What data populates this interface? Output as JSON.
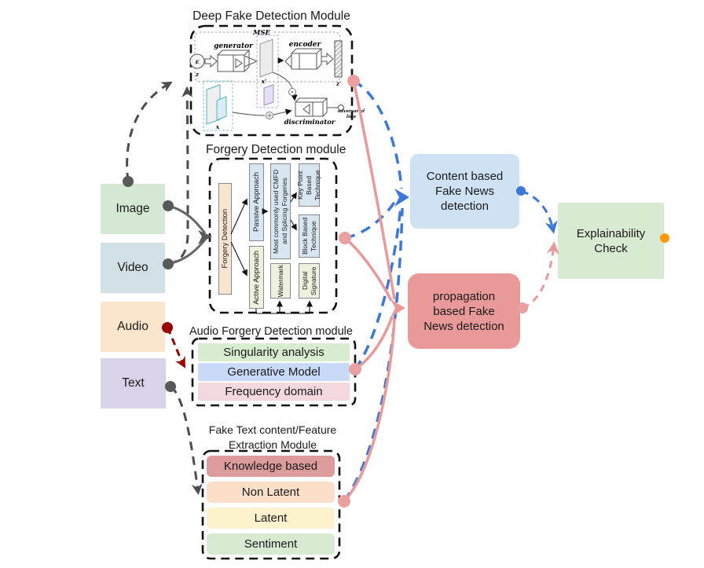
{
  "sources": {
    "image": {
      "label": "Image",
      "color": "#d5e8d4"
    },
    "video": {
      "label": "Video",
      "color": "#d0e0e4"
    },
    "audio": {
      "label": "Audio",
      "color": "#fce5cd"
    },
    "text": {
      "label": "Text",
      "color": "#d9d2e9"
    }
  },
  "deepfake_module": {
    "title": "Deep Fake Detection Module",
    "gan": {
      "mse": "MSE",
      "generator": "generator",
      "encoder": "encoder",
      "discriminator": "discriminator",
      "adversarial_line1": "adversarial",
      "adversarial_line2": "loss",
      "epsilon": "ε",
      "z": "z",
      "x_prime": "x'",
      "x": "x",
      "z_prime": "z'"
    }
  },
  "forgery_module": {
    "title": "Forgery Detection module",
    "root": {
      "label": "Forgery Detection",
      "color": "#fae5d3"
    },
    "passive": {
      "label": "Passive Approach",
      "color": "#d8e6f2"
    },
    "active": {
      "label": "Active Approach",
      "color": "#edf1dd"
    },
    "cmfd": {
      "label": "Most commonly used CMFD and Splicing Forgeries",
      "color": "#d8e6f2"
    },
    "keypoint": {
      "label": "Key Point Based Technique",
      "color": "#d8e6f2"
    },
    "block": {
      "label": "Block Based Technique",
      "color": "#d8e6f2"
    },
    "watermark": {
      "label": "Watermark",
      "color": "#edf1dd"
    },
    "signature": {
      "label": "Digital Signature",
      "color": "#edf1dd"
    }
  },
  "audio_module": {
    "title": "Audio Forgery Detection module",
    "rows": [
      {
        "label": "Singularity analysis",
        "color": "#d8ecd0"
      },
      {
        "label": "Generative Model",
        "color": "#c9daf8"
      },
      {
        "label": "Frequency domain",
        "color": "#f3d8de"
      }
    ]
  },
  "text_module": {
    "title_line1": "Fake Text content/Feature",
    "title_line2": "Extraction Module",
    "rows": [
      {
        "label": "Knowledge based",
        "color": "#dc9c9c"
      },
      {
        "label": "Non Latent",
        "color": "#fcdfc8"
      },
      {
        "label": "Latent",
        "color": "#fdf2ce"
      },
      {
        "label": "Sentiment",
        "color": "#d8e9d2"
      }
    ]
  },
  "outputs": {
    "content": {
      "label": "Content based Fake News detection",
      "color": "#cfe2f3"
    },
    "propagation": {
      "label": "propagation based Fake News detection",
      "color": "#ea9999"
    },
    "explainability": {
      "label": "Explainability Check",
      "color": "#d9ead3"
    }
  },
  "palette": {
    "blue_arrow": "#3c78d8",
    "pink_arrow": "#e89a9a",
    "gray_arrow": "#4d4d4d",
    "gray_solid": "#666666",
    "red_arrow": "#990000",
    "orange_dot": "#ff9900",
    "dot_gray": "#595959",
    "dot_pink": "#e8a0a0",
    "frame": "#111111"
  }
}
